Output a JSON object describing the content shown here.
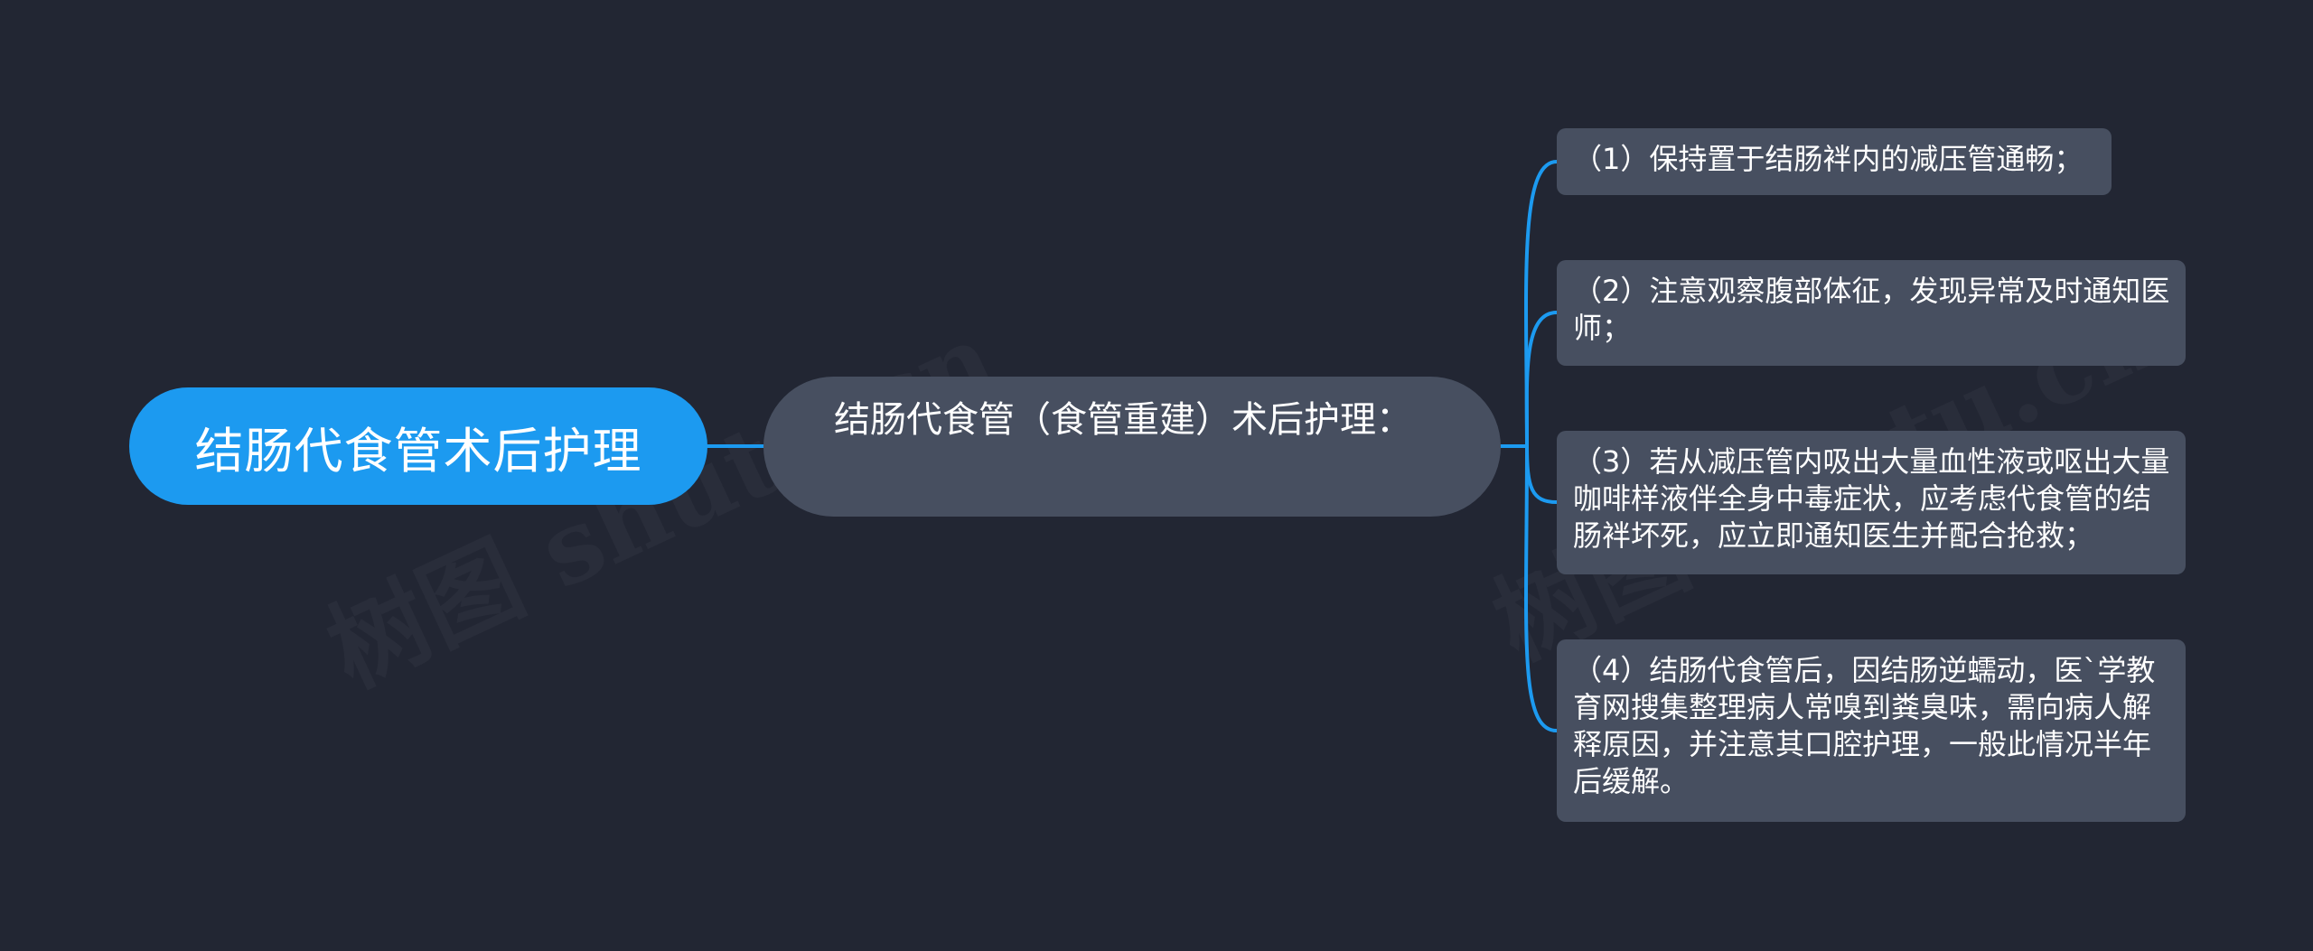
{
  "colors": {
    "background": "#222633",
    "root_fill": "#1c9af0",
    "node_fill": "#474f60",
    "connector": "#1c9af0",
    "text": "#ffffff"
  },
  "watermarks": [
    "树图 shutu.cn",
    "树图 shutu.cn"
  ],
  "root": {
    "label": "结肠代食管术后护理"
  },
  "main": {
    "label": "结肠代食管（食管重建）术后护理："
  },
  "leaves": [
    {
      "label": "（1）保持置于结肠袢内的减压管通畅；"
    },
    {
      "label": "（2）注意观察腹部体征，发现异常及时通知医师；"
    },
    {
      "label": "（3）若从减压管内吸出大量血性液或呕出大量咖啡样液伴全身中毒症状，应考虑代食管的结肠袢坏死，应立即通知医生并配合抢救；"
    },
    {
      "label": "（4）结肠代食管后，因结肠逆蠕动，医`学教育网搜集整理病人常嗅到粪臭味，需向病人解释原因，并注意其口腔护理，一般此情况半年后缓解。"
    }
  ]
}
